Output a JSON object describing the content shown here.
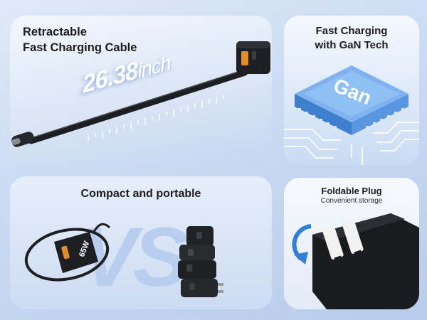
{
  "panels": {
    "cable": {
      "title_line1": "Retractable",
      "title_line2": "Fast Charging Cable",
      "length_value": "26.38",
      "length_unit": "inch"
    },
    "gan": {
      "title_line1": "Fast Charging",
      "title_line2": "with GaN Tech",
      "chip_label": "Gan"
    },
    "compact": {
      "title": "Compact and portable",
      "vs_text": "VS",
      "charger_label": "65W"
    },
    "foldable": {
      "title": "Foldable Plug",
      "subtitle": "Convenient storage"
    }
  },
  "colors": {
    "background": "#c9daf2",
    "accent_blue": "#2f7fd6",
    "charger_black": "#1e1f22",
    "chip_blue": "#5f9ce8"
  }
}
